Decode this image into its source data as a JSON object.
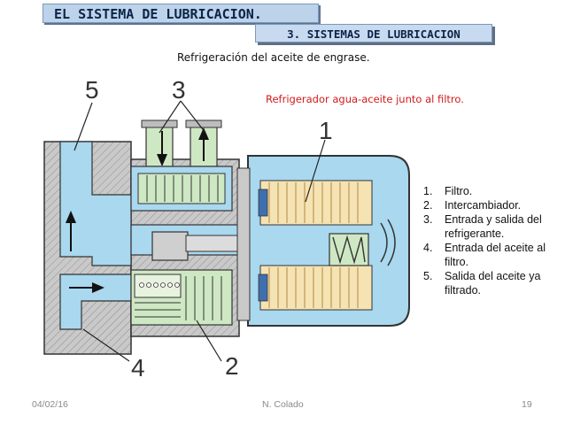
{
  "slide": {
    "title": "EL SISTEMA DE LUBRICACION.",
    "section": "3. SISTEMAS DE LUBRICACION",
    "subtitle": "Refrigeración del aceite de engrase.",
    "caption": "Refrigerador agua-aceite junto al filtro."
  },
  "callouts": {
    "c1": "1",
    "c2": "2",
    "c3": "3",
    "c4": "4",
    "c5": "5"
  },
  "legend": [
    {
      "num": "1.",
      "text": "Filtro."
    },
    {
      "num": "2.",
      "text": "Intercambiador."
    },
    {
      "num": "3.",
      "text": "Entrada y salida del refrigerante."
    },
    {
      "num": "4.",
      "text": "Entrada del aceite al filtro."
    },
    {
      "num": "5.",
      "text": "Salida del aceite ya filtrado."
    }
  ],
  "footer": {
    "date": "04/02/16",
    "author": "N. Colado",
    "page": "19"
  },
  "colors": {
    "oil_blue": "#a9d8ef",
    "coolant_green": "#cfe8c4",
    "filter_paper": "#f6e3b4",
    "housing_grey": "#c4c4c4",
    "caption_red": "#d11a1a",
    "banner_blue": "#bcd3ea"
  }
}
